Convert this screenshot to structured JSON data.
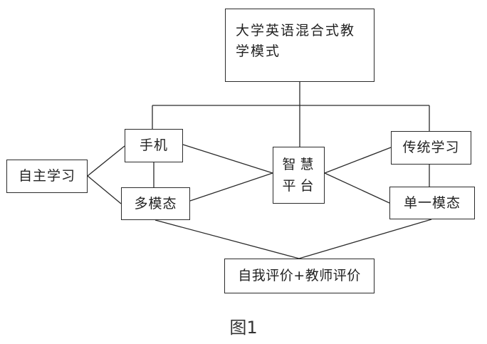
{
  "nodes": {
    "top": "大学英语混合式教学模式",
    "self_study": "自主学习",
    "phone": "手机",
    "multimodal": "多模态",
    "smart_platform": "智慧平台",
    "traditional": "传统学习",
    "single_modal": "单一模态",
    "evaluation": "自我评价+教师评价"
  },
  "caption": "图1",
  "colors": {
    "line": "#2b2b2b",
    "background": "#ffffff"
  }
}
